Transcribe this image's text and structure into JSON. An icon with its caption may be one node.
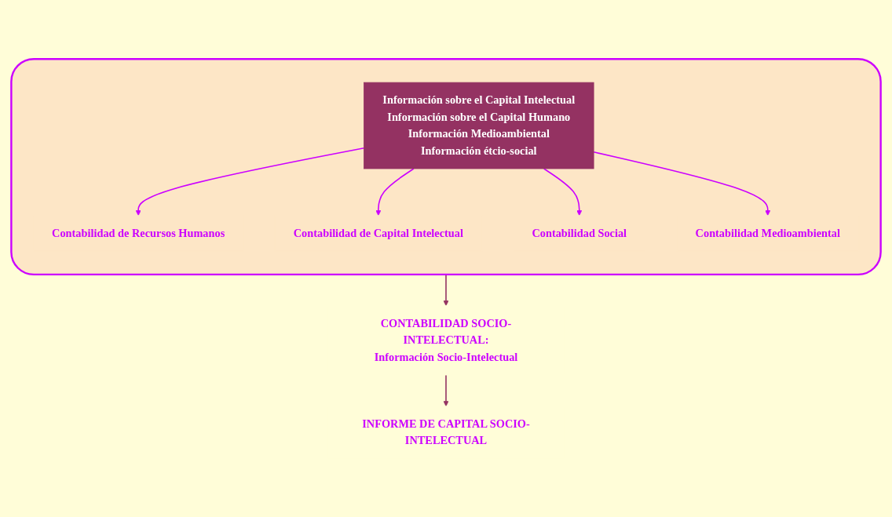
{
  "diagram": {
    "nodes": [
      {
        "text": [],
        "shape": "box"
      },
      {
        "text": [
          "Información sobre el Capital Intelectual",
          "Información sobre el Capital Humano",
          "Información Medioambiental",
          "Información étcio-social"
        ],
        "in": 0
      },
      {
        "text": [
          "Contabilidad de Recursos Humanos"
        ],
        "in": 0
      },
      {
        "text": [
          "Contabilidad de Capital Intelectual"
        ],
        "in": 0
      },
      {
        "text": [
          "Contabilidad Social"
        ],
        "in": 0
      },
      {
        "text": [
          "Contabilidad Medioambiental"
        ],
        "in": 0
      },
      {
        "text": [
          "CONTABILIDAD SOCIO-INTELECTUAL:",
          "Información Socio-Intelectual"
        ]
      },
      {
        "text": [
          "INFORME DE CAPITAL SOCIO-INTELECTUAL"
        ]
      }
    ],
    "edges": [
      {
        "from": 1,
        "to": 2,
        "arrow": "to"
      },
      {
        "from": 1,
        "to": 3,
        "arrow": "to"
      },
      {
        "from": 1,
        "to": 4,
        "arrow": "to"
      },
      {
        "from": 1,
        "to": 5,
        "arrow": "to"
      },
      {
        "from": 0,
        "to": 6,
        "arrow": "to",
        "color": "#943262"
      },
      {
        "from": 6,
        "to": 7,
        "arrow": "to",
        "color": "#943262"
      }
    ]
  }
}
